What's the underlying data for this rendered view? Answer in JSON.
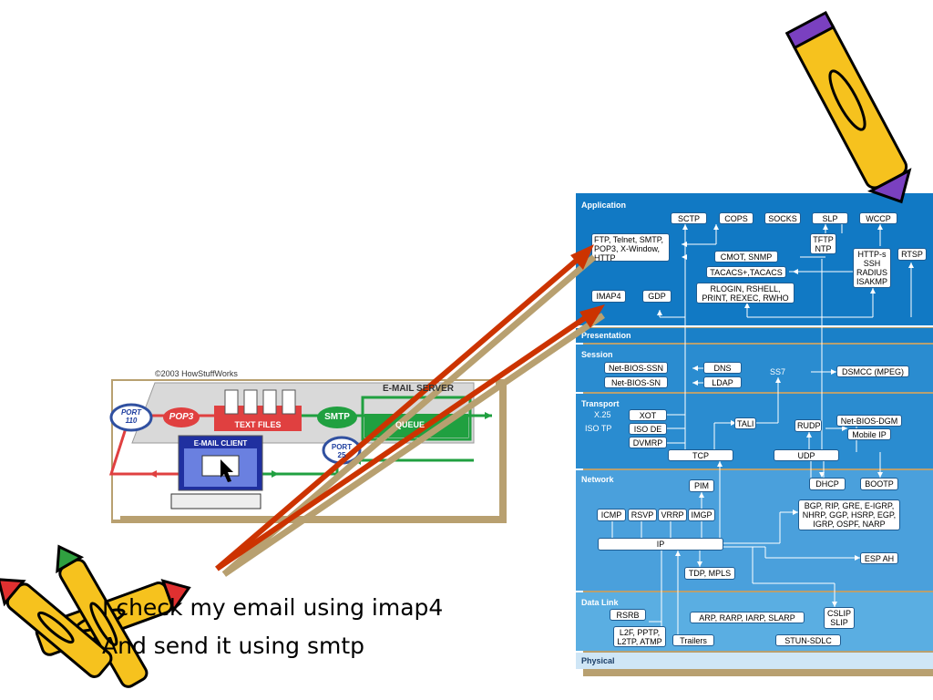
{
  "caption": {
    "line1": "I check my email using imap4",
    "line2": "And send it using smtp"
  },
  "email_figure": {
    "copyright": "©2003 HowStuffWorks",
    "server_label": "E-MAIL SERVER",
    "port110": "PORT\n110",
    "pop3": "POP3",
    "text_files": "TEXT FILES",
    "smtp": "SMTP",
    "queue": "QUEUE",
    "port25": "PORT\n25",
    "client": "E-MAIL CLIENT"
  },
  "layers": {
    "application": "Application",
    "presentation": "Presentation",
    "session": "Session",
    "transport": "Transport",
    "network": "Network",
    "datalink": "Data Link",
    "physical": "Physical"
  },
  "protocols": {
    "sctp": "SCTP",
    "cops": "COPS",
    "socks": "SOCKS",
    "slp": "SLP",
    "wccp": "WCCP",
    "ftp": "FTP, Telnet, SMTP,\nPOP3, X-Window,\nHTTP",
    "tftp": "TFTP\nNTP",
    "cmot": "CMOT, SNMP",
    "tacacs": "TACACS+,TACACS",
    "https": "HTTP-s\nSSH\nRADIUS\nISAKMP",
    "rtsp": "RTSP",
    "rlogin": "RLOGIN, RSHELL,\nPRINT, REXEC, RWHO",
    "imap4": "IMAP4",
    "gdp": "GDP",
    "netbios_ssn": "Net-BIOS-SSN",
    "netbios_sn": "Net-BIOS-SN",
    "dns": "DNS",
    "ldap": "LDAP",
    "ss7": "SS7",
    "dsmcc": "DSMCC (MPEG)",
    "x25": "X.25",
    "xot": "XOT",
    "isotp": "ISO TP",
    "isode": "ISO DE",
    "dvmrp": "DVMRP",
    "tali": "TALI",
    "rudp": "RUDP",
    "netbios_dgm": "Net-BIOS-DGM",
    "mobileip": "Mobile IP",
    "tcp": "TCP",
    "udp": "UDP",
    "pim": "PIM",
    "dhcp": "DHCP",
    "bootp": "BOOTP",
    "icmp": "ICMP",
    "rsvp": "RSVP",
    "vrrp": "VRRP",
    "imgp": "IMGP",
    "bgp": "BGP, RIP, GRE, E-IGRP,\nNHRP, GGP, HSRP, EGP,\nIGRP, OSPF, NARP",
    "ip": "IP",
    "espah": "ESP AH",
    "tdp": "TDP, MPLS",
    "rsrb": "RSRB",
    "arp": "ARP, RARP, IARP, SLARP",
    "cslip": "CSLIP\nSLIP",
    "l2f": "L2F, PPTP,\nL2TP, ATMP",
    "trailers": "Trailers",
    "stun": "STUN-SDLC"
  },
  "colors": {
    "app_layer": "#1179c4",
    "mid_layer": "#2a8cd0",
    "net_layer": "#4aa0dc",
    "phys_layer": "#cfe6f6",
    "arrow_red": "#cc3300",
    "shadow": "#b8a070"
  }
}
